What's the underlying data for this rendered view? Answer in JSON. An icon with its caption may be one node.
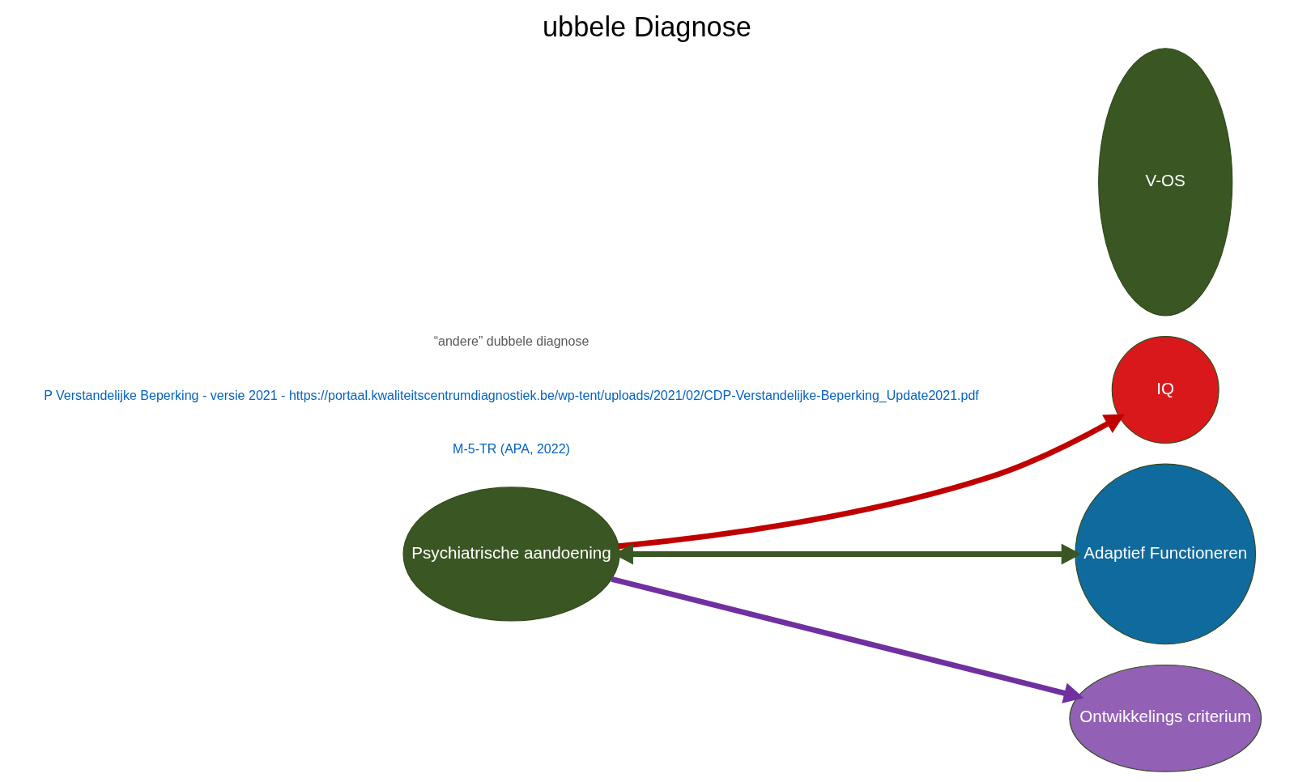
{
  "diagram": {
    "title": "ubbele Diagnose",
    "nodes": [
      {
        "text": [
          "Psychiatrische aandoening"
        ]
      },
      {
        "text": [
          "V-OS"
        ]
      },
      {
        "text": [
          "IQ"
        ]
      },
      {
        "text": [
          "Adaptief Functioneren"
        ]
      },
      {
        "text": [
          "Ontwikkelings criterium"
        ]
      }
    ],
    "edges": [
      {
        "from": 0,
        "to": 3,
        "arrow": "both"
      },
      {
        "from": 0,
        "to": 2,
        "arrow": "to",
        "color": "#c00000"
      },
      {
        "from": 0,
        "to": 4,
        "arrow": "to",
        "color": "#7030a0"
      }
    ],
    "labels": [
      "“andere” dubbele diagnose",
      "P Verstandelijke Beperking - versie 2021 - https://portaal.kwaliteitscentrumdiagnostiek.be/wp-tent/uploads/2021/02/CDP-Verstandelijke-Beperking_Update2021.pdf",
      "M-5-TR (APA, 2022)"
    ]
  }
}
